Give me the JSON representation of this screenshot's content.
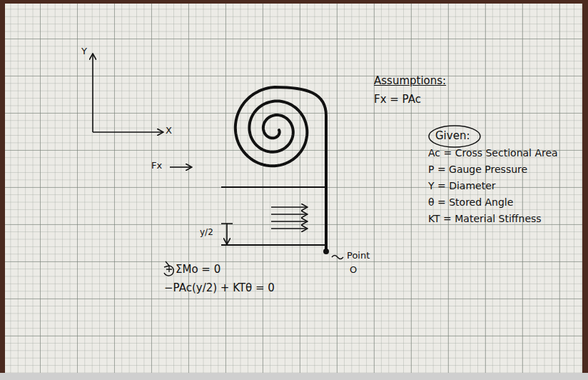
{
  "diagram": {
    "labels": [
      "Y",
      "X",
      "Assumptions:",
      "Fx = PAc",
      "Given:",
      "Ac = Cross Sectional Area",
      "P = Gauge Pressure",
      "Y = Diameter",
      "θ = Stored Angle",
      "KT = Material Stiffness",
      "Fx",
      "y/2",
      "Point",
      "O",
      "ΣMo = 0",
      "−PAc(y/2) + KTθ = 0"
    ]
  }
}
